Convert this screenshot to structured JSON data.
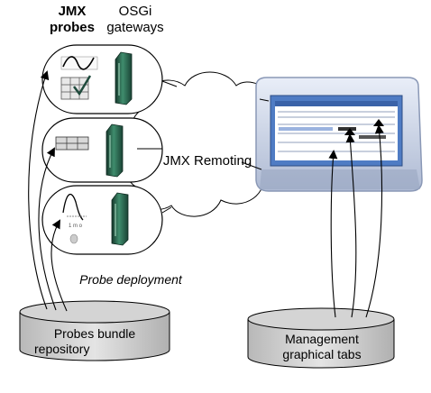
{
  "header": {
    "jmx_line1": "JMX",
    "jmx_line2": "probes",
    "osgi_line1": "OSGi",
    "osgi_line2": "gateways"
  },
  "cloud_label": "JMX Remoting",
  "deployment_label": "Probe deployment",
  "bundle_repo": {
    "line1": "Probes bundle",
    "line2": "repository"
  },
  "mgmt_tabs": {
    "line1": "Management",
    "line2": "graphical tabs"
  },
  "icons": [
    "wave-probe-icon",
    "checklist-probe-icon",
    "gauge-probe-icon",
    "chart-probe-icon",
    "graph-probe-icon",
    "osgi-gateway-icon",
    "monitor-icon",
    "cylinder-icon"
  ],
  "colors": {
    "gateway_dark": "#1f4a3c",
    "gateway_light": "#3d8b6b",
    "monitor_frame": "#c8d2e6",
    "screen": "#5d86c8"
  }
}
